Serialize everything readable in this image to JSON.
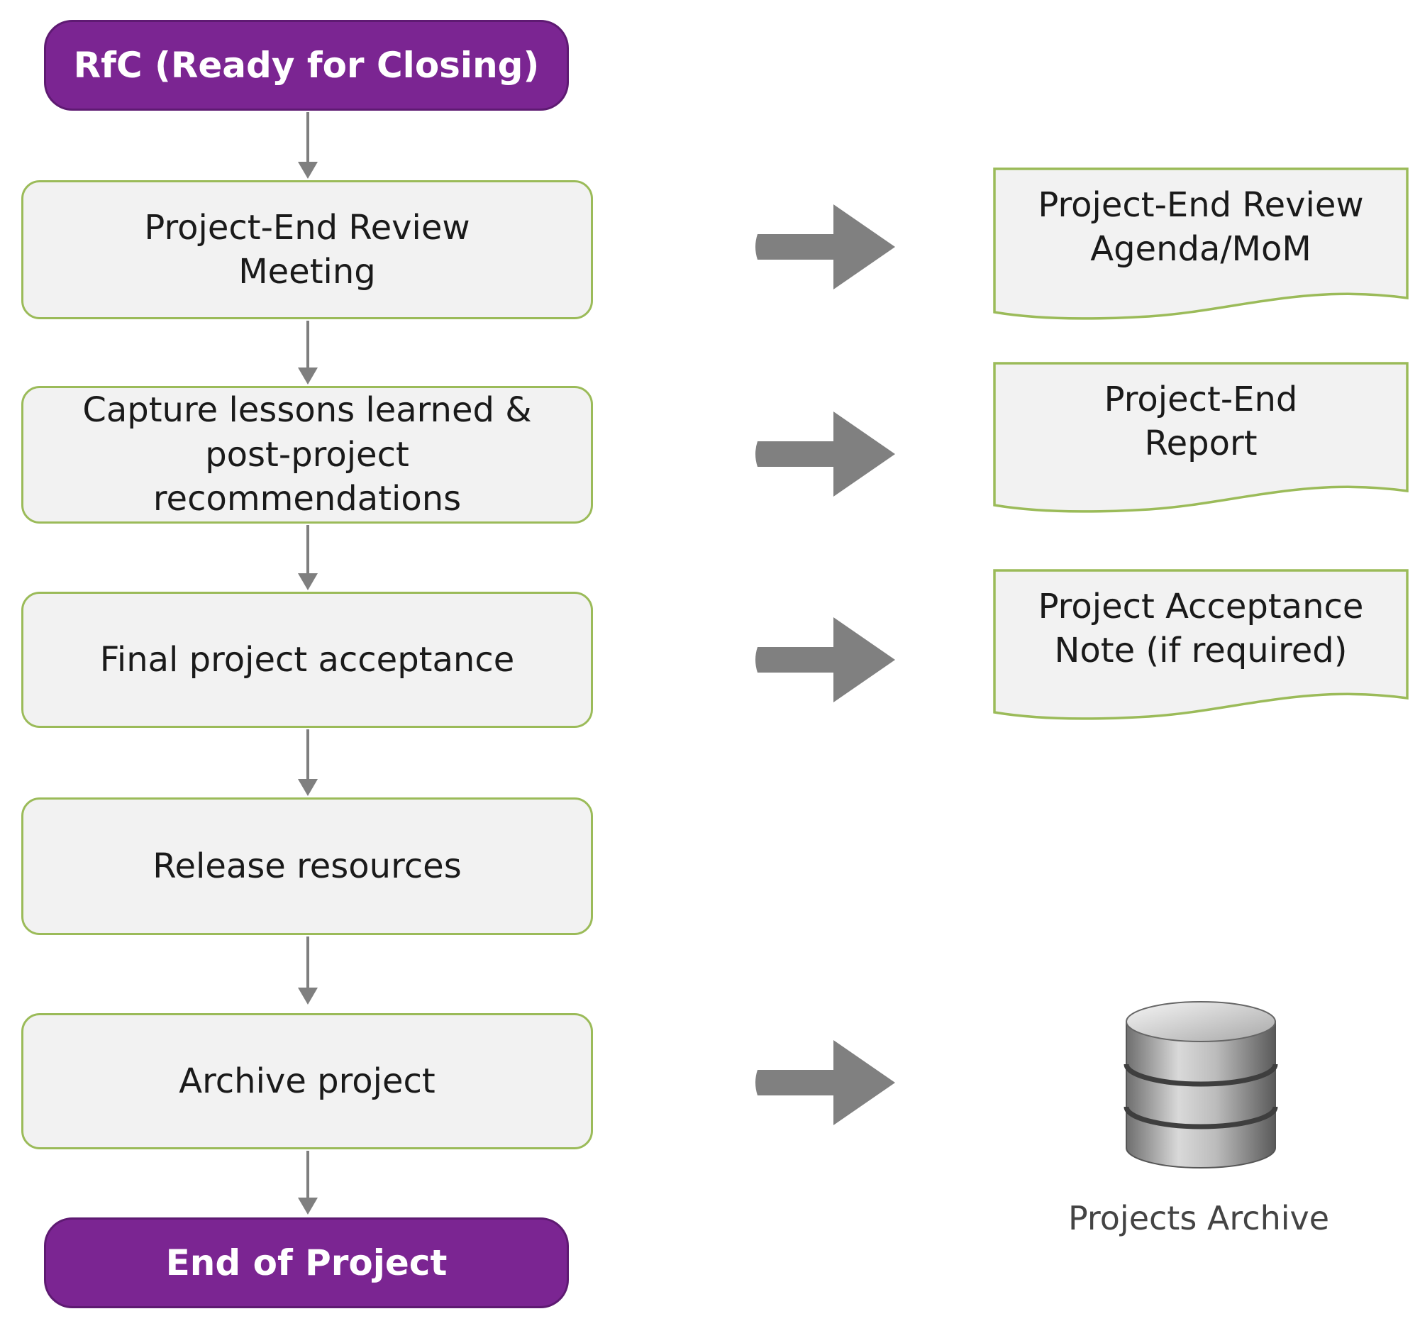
{
  "start": "RfC (Ready for Closing)",
  "steps": [
    "Project-End Review Meeting",
    "Capture lessons learned & post-project recommendations",
    "Final project acceptance",
    "Release resources",
    "Archive project"
  ],
  "end": "End of Project",
  "outputs": [
    "Project-End Review Agenda/MoM",
    "Project-End Report",
    "Project Acceptance Note (if  required)"
  ],
  "archive": "Projects Archive",
  "colors": {
    "terminal": "#7b2592",
    "box_border": "#9bbb59",
    "box_fill": "#f2f2f2",
    "arrow": "#808080",
    "connector": "#7f7f7f"
  }
}
